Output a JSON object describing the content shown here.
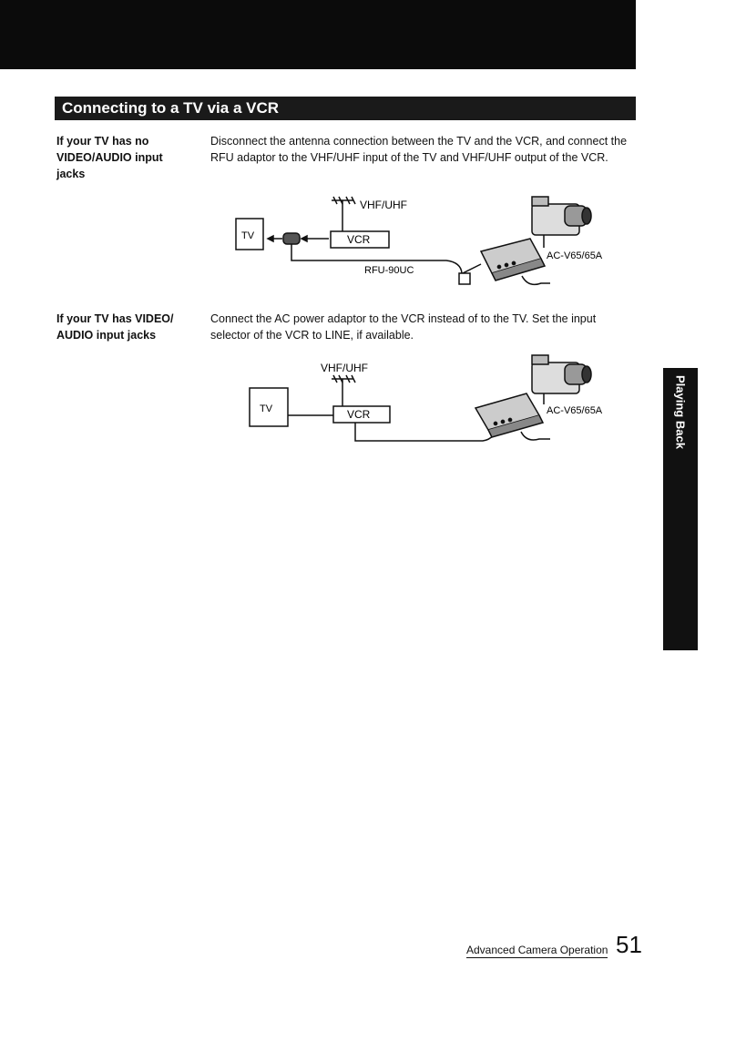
{
  "section_title": "Connecting to a TV via a VCR",
  "block1": {
    "label": "If your TV has no VIDEO/AUDIO input jacks",
    "text": "Disconnect the antenna connection between the TV and the VCR, and connect the RFU adaptor to the VHF/UHF input of the TV and VHF/UHF output of the VCR.",
    "diagram": {
      "tv": "TV",
      "vcr": "VCR",
      "antenna": "VHF/UHF",
      "adaptor": "RFU-90UC",
      "power": "AC-V65/65A"
    }
  },
  "block2": {
    "label": "If your TV has VIDEO/ AUDIO input jacks",
    "text": "Connect the AC power adaptor to the VCR instead of to the TV. Set the input selector of the VCR to LINE, if available.",
    "diagram": {
      "tv": "TV",
      "vcr": "VCR",
      "antenna": "VHF/UHF",
      "power": "AC-V65/65A"
    }
  },
  "side_tab": "Playing Back",
  "footer": {
    "chapter": "Advanced Camera Operation",
    "page": "51"
  }
}
